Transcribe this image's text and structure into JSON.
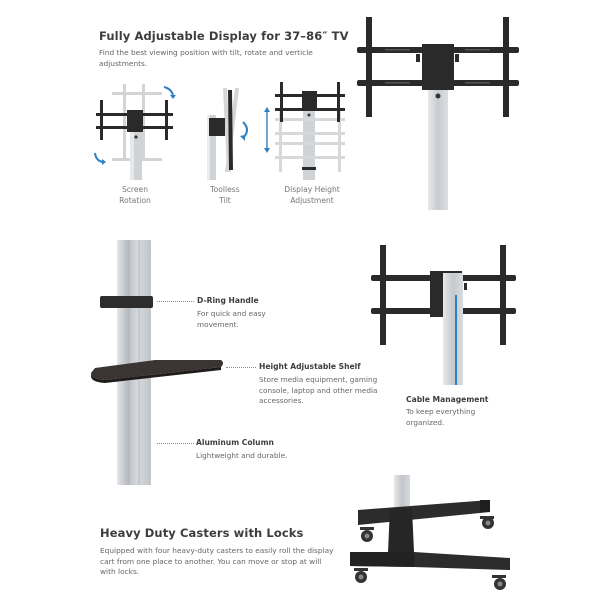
{
  "section_adjustable": {
    "title": "Fully Adjustable Display for 37–86″ TV",
    "description": "Find the best viewing position with tilt, rotate and verticle adjustments.",
    "thumbnails": [
      {
        "caption_line1": "Screen",
        "caption_line2": "Rotation",
        "icon": "rotation-arrows-icon"
      },
      {
        "caption_line1": "Toolless",
        "caption_line2": "Tilt",
        "icon": "tilt-arrow-icon"
      },
      {
        "caption_line1": "Display Height",
        "caption_line2": "Adjustment",
        "icon": "height-arrow-icon"
      }
    ]
  },
  "features": {
    "d_ring": {
      "title": "D-Ring Handle",
      "description": "For quick and easy movement."
    },
    "shelf": {
      "title": "Height Adjustable Shelf",
      "description": "Store media equipment, gaming console, laptop and other media accessories."
    },
    "column": {
      "title": "Aluminum Column",
      "description": "Lightweight and durable."
    },
    "cable": {
      "title": "Cable Management",
      "description": "To keep everything organized."
    }
  },
  "section_casters": {
    "title": "Heavy Duty Casters with Locks",
    "description": "Equipped with four heavy-duty casters to easily roll the display cart from one place to another. You can move or stop at will with locks."
  },
  "colors": {
    "accent_blue": "#2f7fc1",
    "mount_black": "#2a2a2a",
    "aluminum": "#c9ccd0",
    "heading": "#3d3d3d",
    "body_text": "#666666"
  }
}
